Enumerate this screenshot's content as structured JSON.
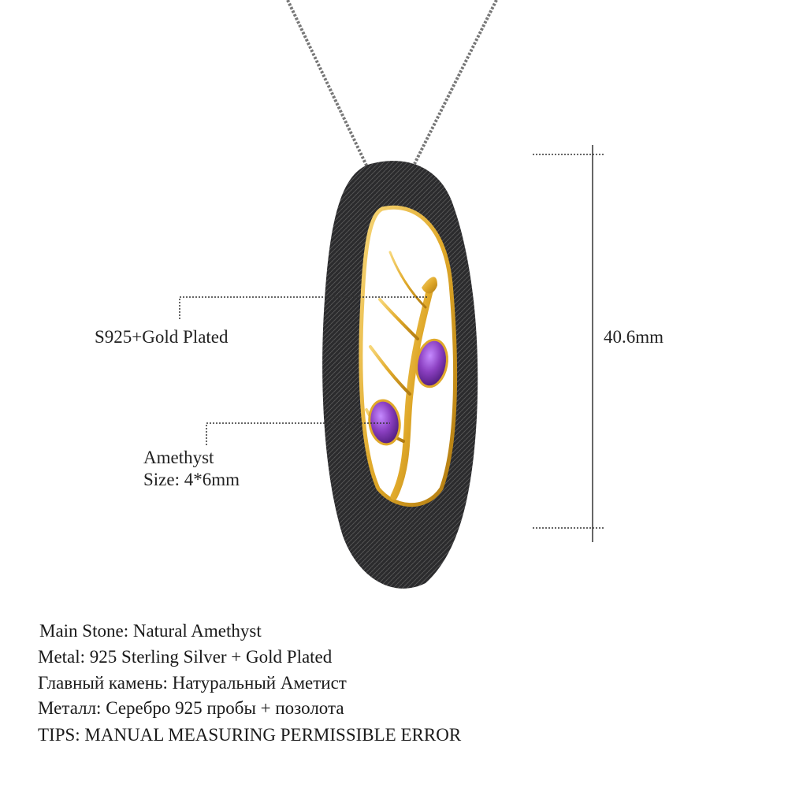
{
  "annotations": {
    "material": "S925+Gold Plated",
    "stone_name": "Amethyst",
    "stone_size": "Size: 4*6mm",
    "height": "40.6mm"
  },
  "specs": [
    "Main Stone: Natural Amethyst",
    "Metal: 925 Sterling Silver + Gold Plated",
    "Главный камень: Натуральный Аметист",
    "Металл: Серебро 925 пробы + позолота",
    "TIPS: MANUAL MEASURING PERMISSIBLE ERROR"
  ],
  "colors": {
    "pendant": "#2a2a2c",
    "gold": "#e0a92a",
    "amethyst": "#8a3fc0"
  }
}
